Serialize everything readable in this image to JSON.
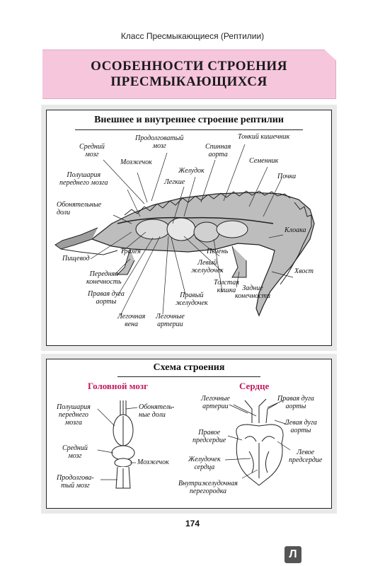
{
  "header": {
    "class_title": "Класс Пресмыкающиеся (Рептилии)"
  },
  "banner": {
    "line1": "ОСОБЕННОСТИ СТРОЕНИЯ",
    "line2": "ПРЕСМЫКАЮЩИХСЯ"
  },
  "structure_panel": {
    "title": "Внешнее и внутреннее строение рептилии",
    "labels": {
      "midbrain": "Средний\nмозг",
      "medulla": "Продолговатый\nмозг",
      "cerebellum": "Мозжечок",
      "spinal_aorta": "Спинная\nаорта",
      "small_intestine": "Тонкий кишечник",
      "testis": "Семенник",
      "stomach": "Желудок",
      "kidney": "Почка",
      "hemispheres": "Полушария\nпереднего мозга",
      "lungs": "Легкие",
      "olfactory": "Обонятельные\nдоли",
      "cloaca": "Клоака",
      "esophagus": "Пищевод",
      "trachea": "Трахея",
      "liver": "Печень",
      "left_ventricle": "Левый\nжелудочек",
      "tail": "Хвост",
      "front_limb": "Передняя\nконечность",
      "right_aortic_arch": "Правая дуга\nаорты",
      "large_intestine": "Толстая\nкишка",
      "right_ventricle": "Правый\nжелудочек",
      "hind_limbs": "Задние\nконечности",
      "pulmonary_vein": "Легочная\nвена",
      "pulmonary_arteries": "Легочные\nартерии"
    }
  },
  "scheme_panel": {
    "title": "Схема строения",
    "brain": {
      "heading": "Головной мозг",
      "hemispheres": "Полушария\nпереднего\nмозга",
      "olfactory": "Обонятель-\nные доли",
      "midbrain": "Средний\nмозг",
      "cerebellum": "Мозжечок",
      "medulla": "Продолгова-\nтый мозг"
    },
    "heart": {
      "heading": "Сердце",
      "pulmonary_arteries": "Легочные\nартерии",
      "right_aortic_arch": "Правая дуга\nаорты",
      "left_aortic_arch": "Левая дуга\nаорты",
      "right_atrium": "Правое\nпредсердие",
      "ventricle": "Желудочек\nсердца",
      "left_atrium": "Левое\nпредсердие",
      "septum": "Внутрижелудочная\nперегородка"
    }
  },
  "page_number": "174",
  "publisher_logo": "Л"
}
